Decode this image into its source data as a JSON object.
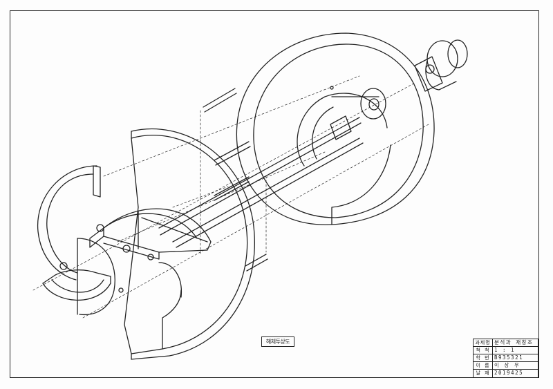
{
  "drawing_caption": "해체투상도",
  "title_block": {
    "rows": [
      {
        "label": "과제명",
        "value": "분석과 재창조"
      },
      {
        "label": "척 척",
        "value": "1 : 1"
      },
      {
        "label": "학 번",
        "value": "B935321"
      },
      {
        "label": "이 름",
        "value": "이 상 우"
      },
      {
        "label": "날 재",
        "value": "2019425"
      }
    ]
  },
  "colors": {
    "ink": "#222222",
    "paper": "#fdfdfd"
  }
}
